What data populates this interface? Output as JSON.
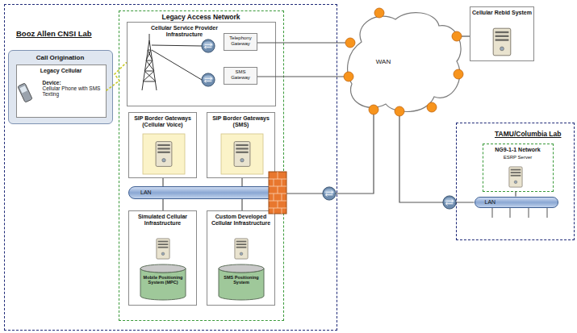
{
  "diagram": {
    "nodes": [
      {
        "text": [
          "Booz Allen CNSI Lab"
        ]
      },
      {
        "text": [
          "Call Origination"
        ],
        "in": 0
      },
      {
        "text": [
          "Legacy Cellular",
          "Device:",
          "Cellular Phone with SMS Texting"
        ],
        "in": 1
      },
      {
        "text": [
          "Legacy Access Network"
        ],
        "in": 0
      },
      {
        "text": [
          "Cellular Service Provider Infrastructure"
        ],
        "in": 3
      },
      {
        "text": [
          "Telephony Gateway"
        ],
        "in": 4
      },
      {
        "text": [
          "SMS Gateway"
        ],
        "in": 4
      },
      {
        "text": [
          "SIP Border Gateways (Cellular Voice)"
        ],
        "in": 3
      },
      {
        "text": [
          "SIP Border Gateways (SMS)"
        ],
        "in": 3
      },
      {
        "text": [
          "LAN"
        ],
        "in": 3
      },
      {
        "text": [
          "Simulated Cellular Infrastructure"
        ],
        "in": 3
      },
      {
        "text": [
          "Mobile Positioning System (MPC)"
        ],
        "in": 10
      },
      {
        "text": [
          "Custom Developed Cellular Infrastructure"
        ],
        "in": 3
      },
      {
        "text": [
          "SMS Positioning System"
        ],
        "in": 12
      },
      {
        "text": [
          "WAN"
        ]
      },
      {
        "text": [
          "Cellular Rebid System"
        ]
      },
      {
        "text": [
          "TAMU/Columbia Lab"
        ]
      },
      {
        "text": [
          "NG9-1-1 Network",
          "ESRP Server"
        ],
        "in": 16
      },
      {
        "text": [
          "LAN"
        ],
        "in": 16
      }
    ],
    "edges": [
      {
        "from": 2,
        "to": 4,
        "arrow": "none"
      },
      {
        "from": 5,
        "to": 14,
        "arrow": "none"
      },
      {
        "from": 6,
        "to": 14,
        "arrow": "none"
      },
      {
        "from": 7,
        "to": 9,
        "arrow": "none"
      },
      {
        "from": 8,
        "to": 9,
        "arrow": "none"
      },
      {
        "from": 10,
        "to": 9,
        "arrow": "none"
      },
      {
        "from": 12,
        "to": 9,
        "arrow": "none"
      },
      {
        "from": 9,
        "to": 14,
        "arrow": "none"
      },
      {
        "from": 14,
        "to": 15,
        "arrow": "none"
      },
      {
        "from": 14,
        "to": 18,
        "arrow": "none"
      },
      {
        "from": 17,
        "to": 18,
        "arrow": "none"
      }
    ]
  }
}
